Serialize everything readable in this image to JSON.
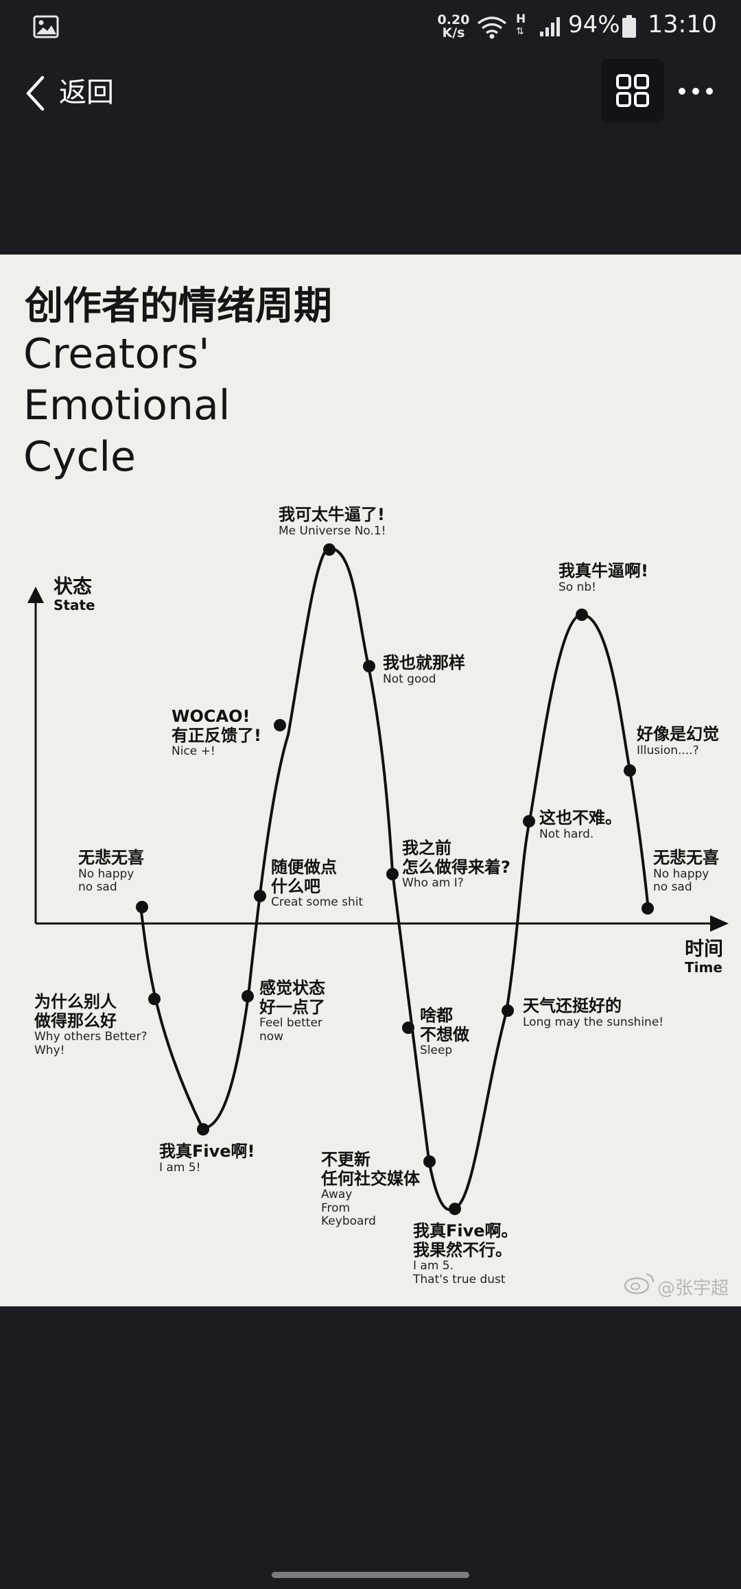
{
  "status_bar": {
    "net_speed": "0.20\nK/s",
    "network_type": "H",
    "battery_percent": "94%",
    "time": "13:10",
    "icons": [
      "gallery-icon",
      "wifi-icon",
      "signal-icon",
      "battery-icon"
    ]
  },
  "nav": {
    "back_label": "返回",
    "back_icon": "chevron-left-icon",
    "grid_icon": "grid-icon",
    "more_icon": "more-dots-icon"
  },
  "image": {
    "title_cn": "创作者的情绪周期",
    "title_en": "Creators'\nEmotional\nCycle",
    "axis_y_cn": "状态",
    "axis_y_en": "State",
    "axis_x_cn": "时间",
    "axis_x_en": "Time",
    "labels": [
      {
        "id": "neutral-start",
        "cn": "无悲无喜",
        "en": "No happy\nno sad"
      },
      {
        "id": "why-others",
        "cn": "为什么别人\n做得那么好",
        "en": "Why others Better?\nWhy!"
      },
      {
        "id": "i-am-5",
        "cn": "我真Five啊!",
        "en": "I am 5!"
      },
      {
        "id": "feel-better",
        "cn": "感觉状态\n好一点了",
        "en": "Feel better\nnow"
      },
      {
        "id": "creat",
        "cn": "随便做点\n什么吧",
        "en": "Creat some shit"
      },
      {
        "id": "wocao",
        "cn": "WOCAO!\n有正反馈了!",
        "en": "Nice +!"
      },
      {
        "id": "universe",
        "cn": "我可太牛逼了!",
        "en": "Me Universe No.1!"
      },
      {
        "id": "not-good",
        "cn": "我也就那样",
        "en": "Not good"
      },
      {
        "id": "who-am-i",
        "cn": "我之前\n怎么做得来着?",
        "en": "Who am I?"
      },
      {
        "id": "sleep",
        "cn": "啥都\n不想做",
        "en": "Sleep"
      },
      {
        "id": "afk",
        "cn": "不更新\n任何社交媒体",
        "en": "Away\nFrom\nKeyboard"
      },
      {
        "id": "true-dust",
        "cn": "我真Five啊。\n我果然不行。",
        "en": "I am 5.\nThat's true dust"
      },
      {
        "id": "sunshine",
        "cn": "天气还挺好的",
        "en": "Long may the sunshine!"
      },
      {
        "id": "not-hard",
        "cn": "这也不难。",
        "en": "Not hard."
      },
      {
        "id": "so-nb",
        "cn": "我真牛逼啊!",
        "en": "So nb!"
      },
      {
        "id": "illusion",
        "cn": "好像是幻觉",
        "en": "Illusion....?"
      },
      {
        "id": "neutral-end",
        "cn": "无悲无喜",
        "en": "No happy\nno sad"
      }
    ],
    "watermark": "@张宇超"
  }
}
